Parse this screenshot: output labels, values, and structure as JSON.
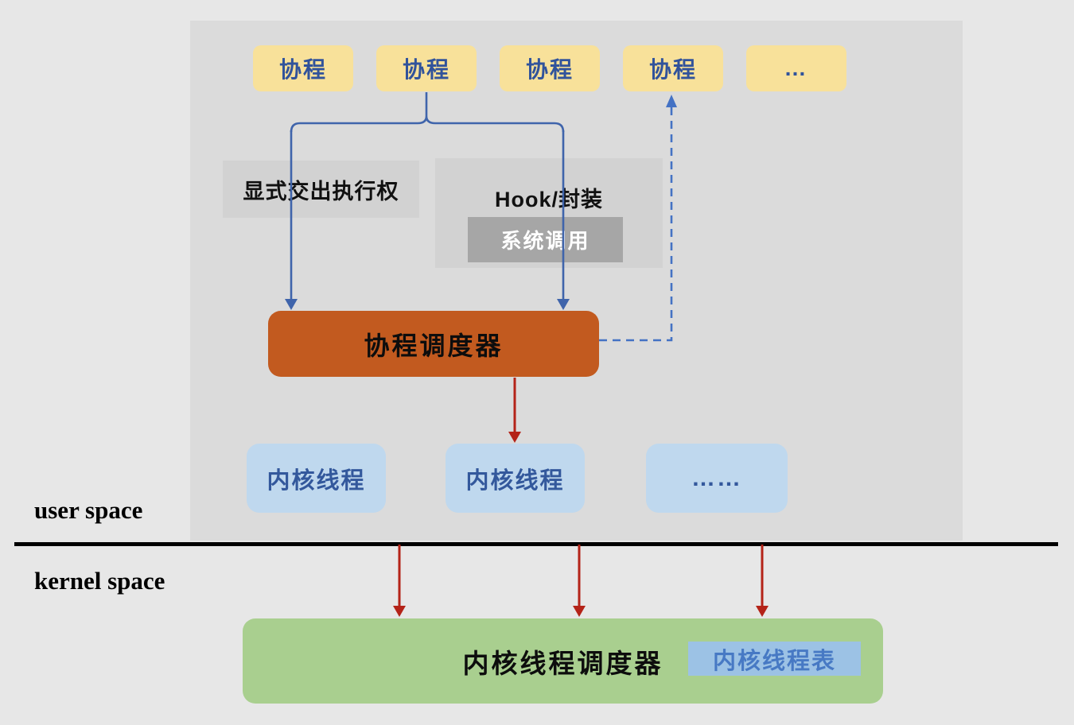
{
  "colors": {
    "page_bg": "#e7e7e7",
    "panel": "#dbdbdb",
    "yellow": "#f8e19a",
    "navy_text": "#31539b",
    "gray_label": "#d2d2d2",
    "gray_inner": "#a6a6a6",
    "orange": "#c25a1f",
    "blue_fill": "#bfd8ee",
    "blue_text": "#33589c",
    "green": "#a9cf8f",
    "table_fill": "#9cc2e5",
    "table_text": "#4779c4",
    "connector": "#3f64ab",
    "dashed": "#4472c4",
    "red": "#b42318"
  },
  "coroutines": {
    "items": [
      {
        "label": "协程"
      },
      {
        "label": "协程"
      },
      {
        "label": "协程"
      },
      {
        "label": "协程"
      },
      {
        "label": "…"
      }
    ]
  },
  "annotations": {
    "explicit_yield": "显式交出执行权",
    "hook_wrap": "Hook/封装",
    "syscall": "系统调用"
  },
  "coroutine_scheduler": {
    "label": "协程调度器"
  },
  "kernel_threads": {
    "items": [
      {
        "label": "内核线程"
      },
      {
        "label": "内核线程"
      },
      {
        "label": "……"
      }
    ]
  },
  "spaces": {
    "user": "user space",
    "kernel": "kernel space"
  },
  "kernel_scheduler": {
    "label": "内核线程调度器",
    "table": "内核线程表"
  }
}
